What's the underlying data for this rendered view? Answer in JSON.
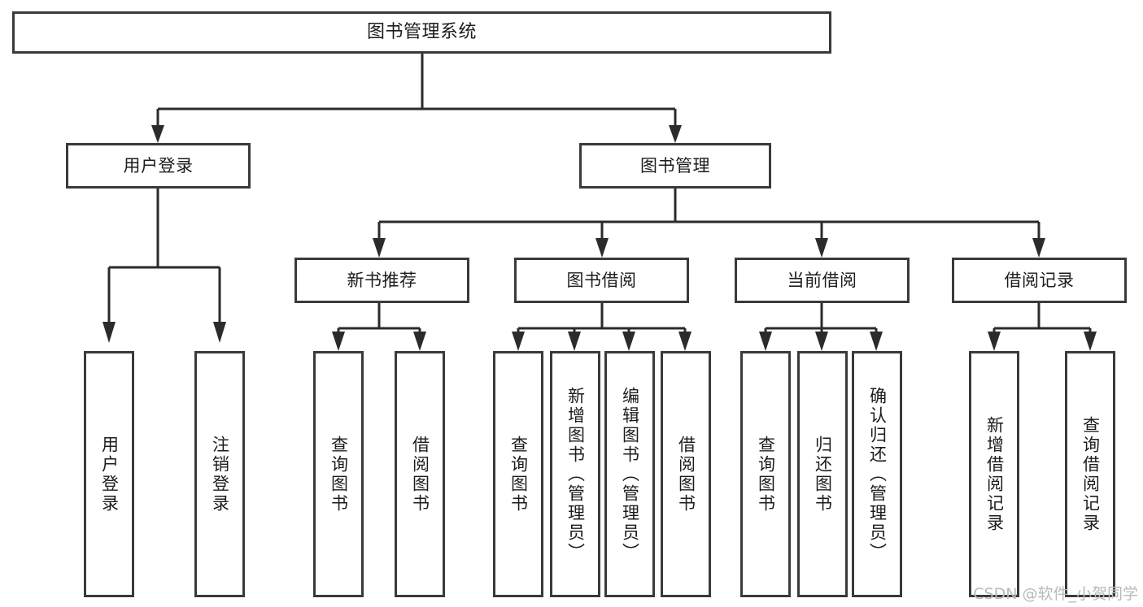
{
  "diagram": {
    "type": "tree-hierarchy-diagram",
    "title": "图书管理系统",
    "colors": {
      "background": "#ffffff",
      "box_border": "#3a3a3a",
      "connector": "#2b2b2b",
      "text": "#1c1c1c",
      "watermark": "#b9b9b9"
    }
  },
  "root": {
    "label": "图书管理系统"
  },
  "level2": [
    {
      "label": "用户登录"
    },
    {
      "label": "图书管理"
    }
  ],
  "level3": [
    {
      "label": "新书推荐"
    },
    {
      "label": "图书借阅"
    },
    {
      "label": "当前借阅"
    },
    {
      "label": "借阅记录"
    }
  ],
  "leaves": {
    "user_login": [
      {
        "label": "用户登录"
      },
      {
        "label": "注销登录"
      }
    ],
    "new_book_recommend": [
      {
        "label": "查询图书"
      },
      {
        "label": "借阅图书"
      }
    ],
    "book_borrow": [
      {
        "label": "查询图书"
      },
      {
        "label": "新增图书（管理员）"
      },
      {
        "label": "编辑图书（管理员）"
      },
      {
        "label": "借阅图书"
      }
    ],
    "current_borrow": [
      {
        "label": "查询图书"
      },
      {
        "label": "归还图书"
      },
      {
        "label": "确认归还（管理员）"
      }
    ],
    "borrow_record": [
      {
        "label": "新增借阅记录"
      },
      {
        "label": "查询借阅记录"
      }
    ]
  },
  "watermark": {
    "text": "CSDN @软件_小贺同学"
  }
}
